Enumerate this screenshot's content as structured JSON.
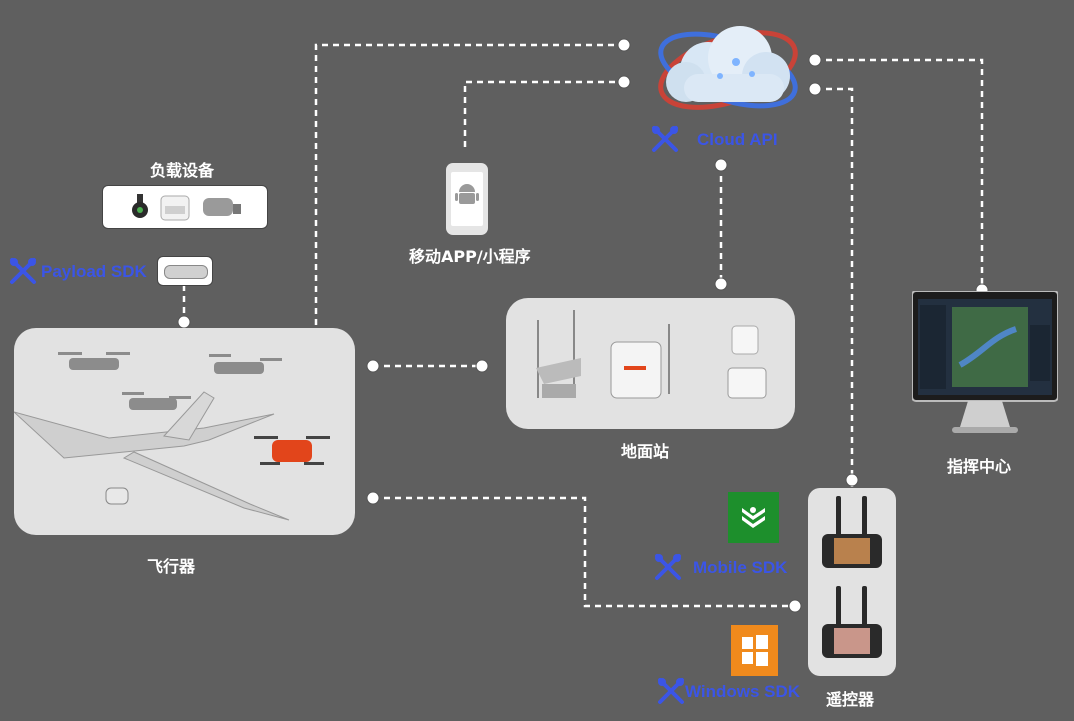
{
  "labels": {
    "payload": "负载设备",
    "aircraft": "飞行器",
    "mobile_app": "移动APP/小程序",
    "ground_station": "地面站",
    "command_center": "指挥中心",
    "remote_controller": "遥控器"
  },
  "sdks": {
    "cloud_api": "Cloud API",
    "payload_sdk": "Payload SDK",
    "mobile_sdk": "Mobile SDK",
    "windows_sdk": "Windows SDK"
  },
  "colors": {
    "background": "#5f5f5f",
    "sdk_text": "#3b55e6",
    "label_text": "#ffffff",
    "connector": "#ffffff",
    "node_fill": "#e2e2e2",
    "mobile_sdk_badge": "#1d8f2c",
    "windows_sdk_badge": "#f08a1c",
    "drone_accent": "#e2451b"
  },
  "icons": [
    "cloud-icon",
    "tools-icon",
    "android-phone-icon",
    "usb-c-connector-icon",
    "monitor-icon",
    "mobile-sdk-badge-icon",
    "windows-logo-icon"
  ]
}
